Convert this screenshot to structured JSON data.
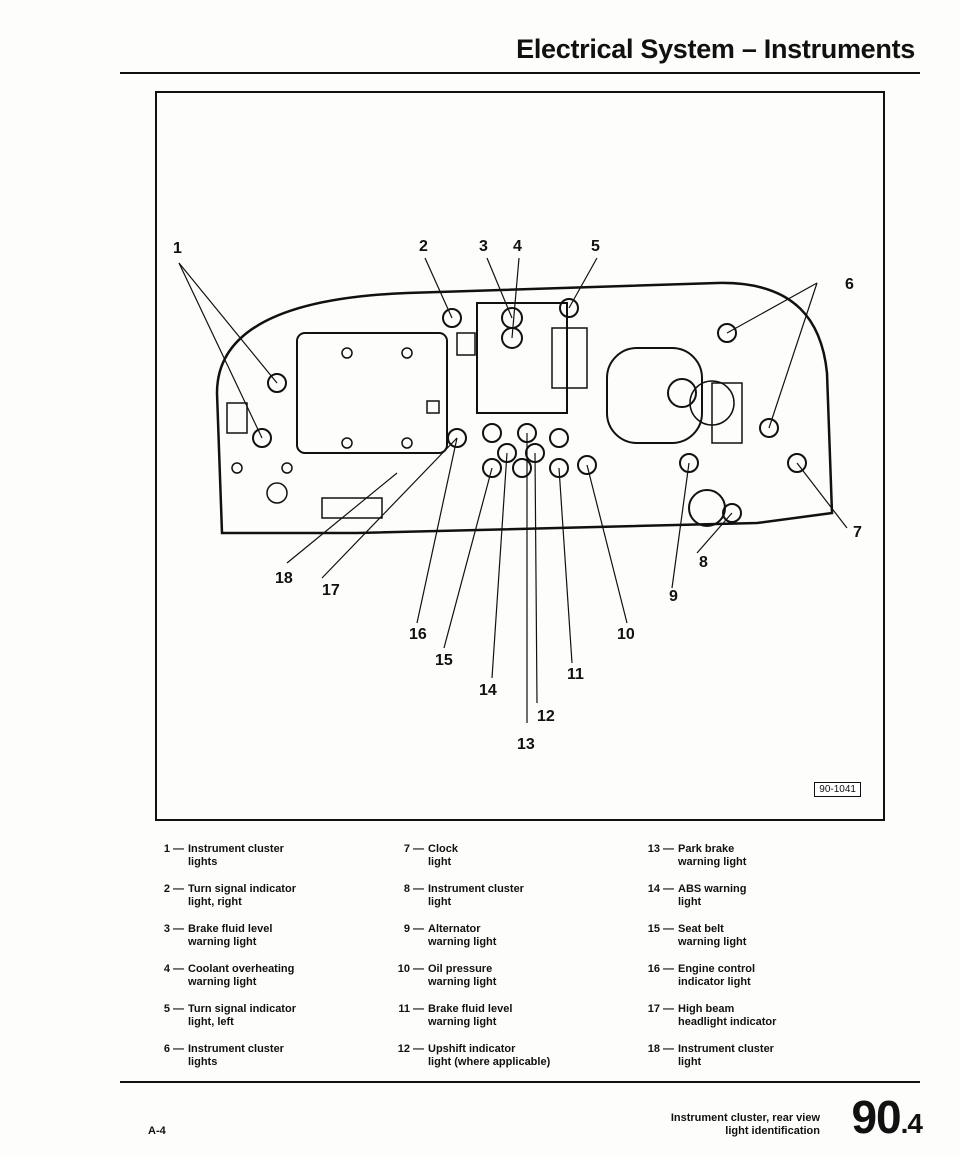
{
  "header": {
    "title": "Electrical System – Instruments"
  },
  "figure": {
    "id": "90-1041",
    "callouts": [
      "1",
      "2",
      "3",
      "4",
      "5",
      "6",
      "7",
      "8",
      "9",
      "10",
      "11",
      "12",
      "13",
      "14",
      "15",
      "16",
      "17",
      "18"
    ]
  },
  "legend": {
    "col1": [
      {
        "num": "1 —",
        "lines": [
          "Instrument cluster",
          "lights"
        ]
      },
      {
        "num": "2 —",
        "lines": [
          "Turn signal indicator",
          "light, right"
        ]
      },
      {
        "num": "3 —",
        "lines": [
          "Brake fluid level",
          "warning light"
        ]
      },
      {
        "num": "4 —",
        "lines": [
          "Coolant overheating",
          "warning light"
        ]
      },
      {
        "num": "5 —",
        "lines": [
          "Turn signal indicator",
          "light, left"
        ]
      },
      {
        "num": "6 —",
        "lines": [
          "Instrument cluster",
          "lights"
        ]
      }
    ],
    "col2": [
      {
        "num": "7 —",
        "lines": [
          "Clock",
          "light"
        ]
      },
      {
        "num": "8 —",
        "lines": [
          "Instrument cluster",
          "light"
        ]
      },
      {
        "num": "9 —",
        "lines": [
          "Alternator",
          "warning light"
        ]
      },
      {
        "num": "10 —",
        "lines": [
          "Oil pressure",
          "warning light"
        ]
      },
      {
        "num": "11 —",
        "lines": [
          "Brake fluid level",
          "warning light"
        ]
      },
      {
        "num": "12 —",
        "lines": [
          "Upshift indicator",
          "light (where applicable)"
        ]
      }
    ],
    "col3": [
      {
        "num": "13 —",
        "lines": [
          "Park brake",
          "warning light"
        ]
      },
      {
        "num": "14 —",
        "lines": [
          "ABS warning",
          "light"
        ]
      },
      {
        "num": "15 —",
        "lines": [
          "Seat belt",
          "warning light"
        ]
      },
      {
        "num": "16 —",
        "lines": [
          "Engine control",
          "indicator light"
        ]
      },
      {
        "num": "17 —",
        "lines": [
          "High beam",
          "headlight indicator"
        ]
      },
      {
        "num": "18 —",
        "lines": [
          "Instrument cluster",
          "light"
        ]
      }
    ]
  },
  "footer": {
    "page_id": "A-4",
    "caption_line1": "Instrument cluster, rear view",
    "caption_line2": "light identification",
    "section_main": "90",
    "section_sub": ".4"
  }
}
